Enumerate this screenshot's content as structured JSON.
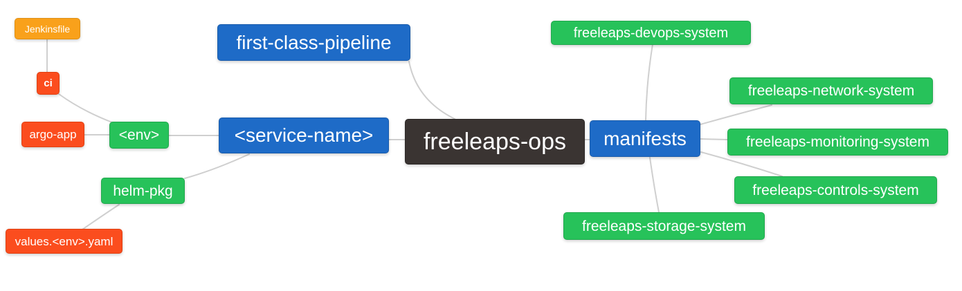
{
  "diagram": {
    "type": "mind-map",
    "background": "#ffffff",
    "colors": {
      "root_node": "#3a3432",
      "primary_node": "#1e6bc7",
      "success_node": "#27c25a",
      "warning_node": "#f9a11b",
      "danger_node": "#fb4d1e",
      "edge": "#cfcfcf",
      "node_text": "#ffffff"
    },
    "nodes": {
      "root": {
        "label": "freeleaps-ops",
        "color": "#3a3432"
      },
      "first_class_pipeline": {
        "label": "first-class-pipeline",
        "color": "#1e6bc7"
      },
      "service_name": {
        "label": "<service-name>",
        "color": "#1e6bc7"
      },
      "manifests": {
        "label": "manifests",
        "color": "#1e6bc7"
      },
      "env": {
        "label": "<env>",
        "color": "#27c25a"
      },
      "helm_pkg": {
        "label": "helm-pkg",
        "color": "#27c25a"
      },
      "ci": {
        "label": "ci",
        "color": "#fb4d1e"
      },
      "argo_app": {
        "label": "argo-app",
        "color": "#fb4d1e"
      },
      "values_env_yaml": {
        "label": "values.<env>.yaml",
        "color": "#fb4d1e"
      },
      "jenkinsfile": {
        "label": "Jenkinsfile",
        "color": "#f9a11b"
      },
      "devops_system": {
        "label": "freeleaps-devops-system",
        "color": "#27c25a"
      },
      "network_system": {
        "label": "freeleaps-network-system",
        "color": "#27c25a"
      },
      "monitoring_system": {
        "label": "freeleaps-monitoring-system",
        "color": "#27c25a"
      },
      "controls_system": {
        "label": "freeleaps-controls-system",
        "color": "#27c25a"
      },
      "storage_system": {
        "label": "freeleaps-storage-system",
        "color": "#27c25a"
      }
    },
    "edges": [
      {
        "from": "jenkinsfile",
        "to": "ci"
      },
      {
        "from": "ci",
        "to": "env"
      },
      {
        "from": "argo_app",
        "to": "env"
      },
      {
        "from": "env",
        "to": "service_name"
      },
      {
        "from": "helm_pkg",
        "to": "service_name"
      },
      {
        "from": "values_env_yaml",
        "to": "helm_pkg"
      },
      {
        "from": "first_class_pipeline",
        "to": "root"
      },
      {
        "from": "service_name",
        "to": "root"
      },
      {
        "from": "root",
        "to": "manifests"
      },
      {
        "from": "manifests",
        "to": "devops_system"
      },
      {
        "from": "manifests",
        "to": "network_system"
      },
      {
        "from": "manifests",
        "to": "monitoring_system"
      },
      {
        "from": "manifests",
        "to": "controls_system"
      },
      {
        "from": "manifests",
        "to": "storage_system"
      }
    ]
  }
}
